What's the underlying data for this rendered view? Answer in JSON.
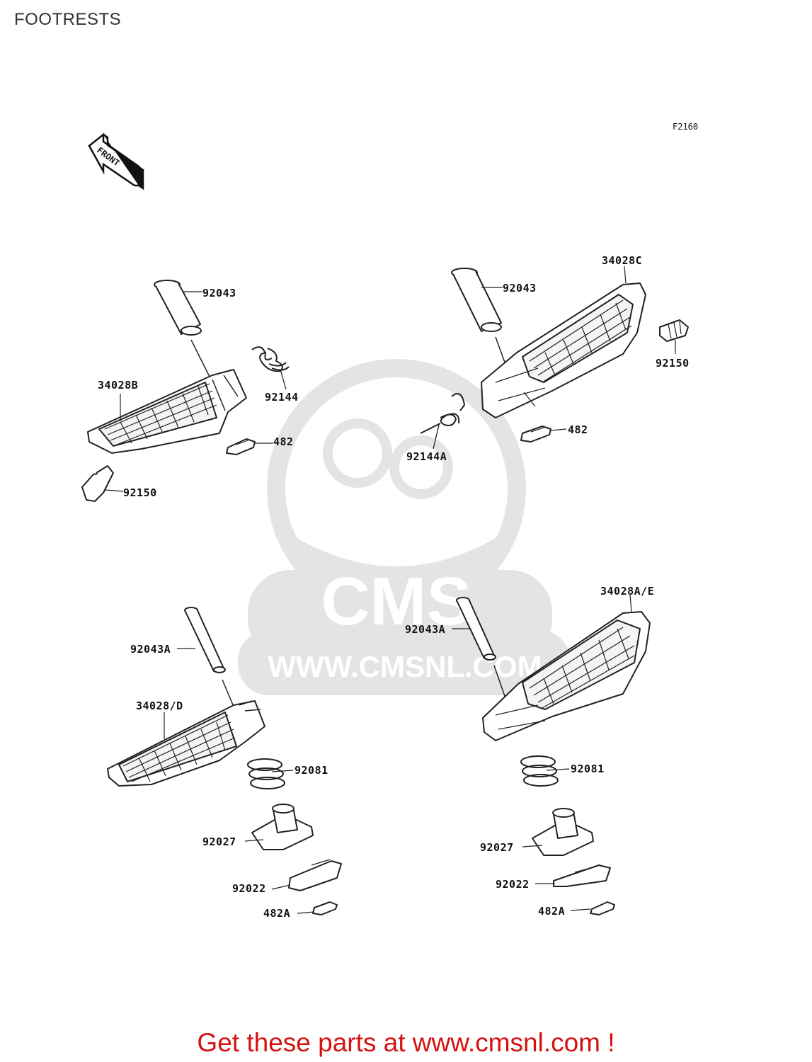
{
  "title": "FOOTRESTS",
  "figure_code": "F2160",
  "front_arrow_label": "FRONT",
  "watermark": {
    "brand": "CMS",
    "url": "WWW.CMSNL.COM"
  },
  "parts": {
    "p1": "92043",
    "p2": "92144",
    "p3": "34028B",
    "p4": "482",
    "p5": "92150",
    "p6": "92043",
    "p7": "34028C",
    "p8": "92150",
    "p9": "92144A",
    "p10": "482",
    "p11": "92043A",
    "p12": "34028/D",
    "p13": "92081",
    "p14": "92027",
    "p15": "92022",
    "p16": "482A",
    "p17": "92043A",
    "p18": "34028A/E",
    "p19": "92081",
    "p20": "92027",
    "p21": "92022",
    "p22": "482A"
  },
  "footer_text": "Get these parts at www.cmsnl.com !",
  "colors": {
    "footer": "#d41111",
    "line": "#222222",
    "watermark": "#e2e2e2"
  }
}
